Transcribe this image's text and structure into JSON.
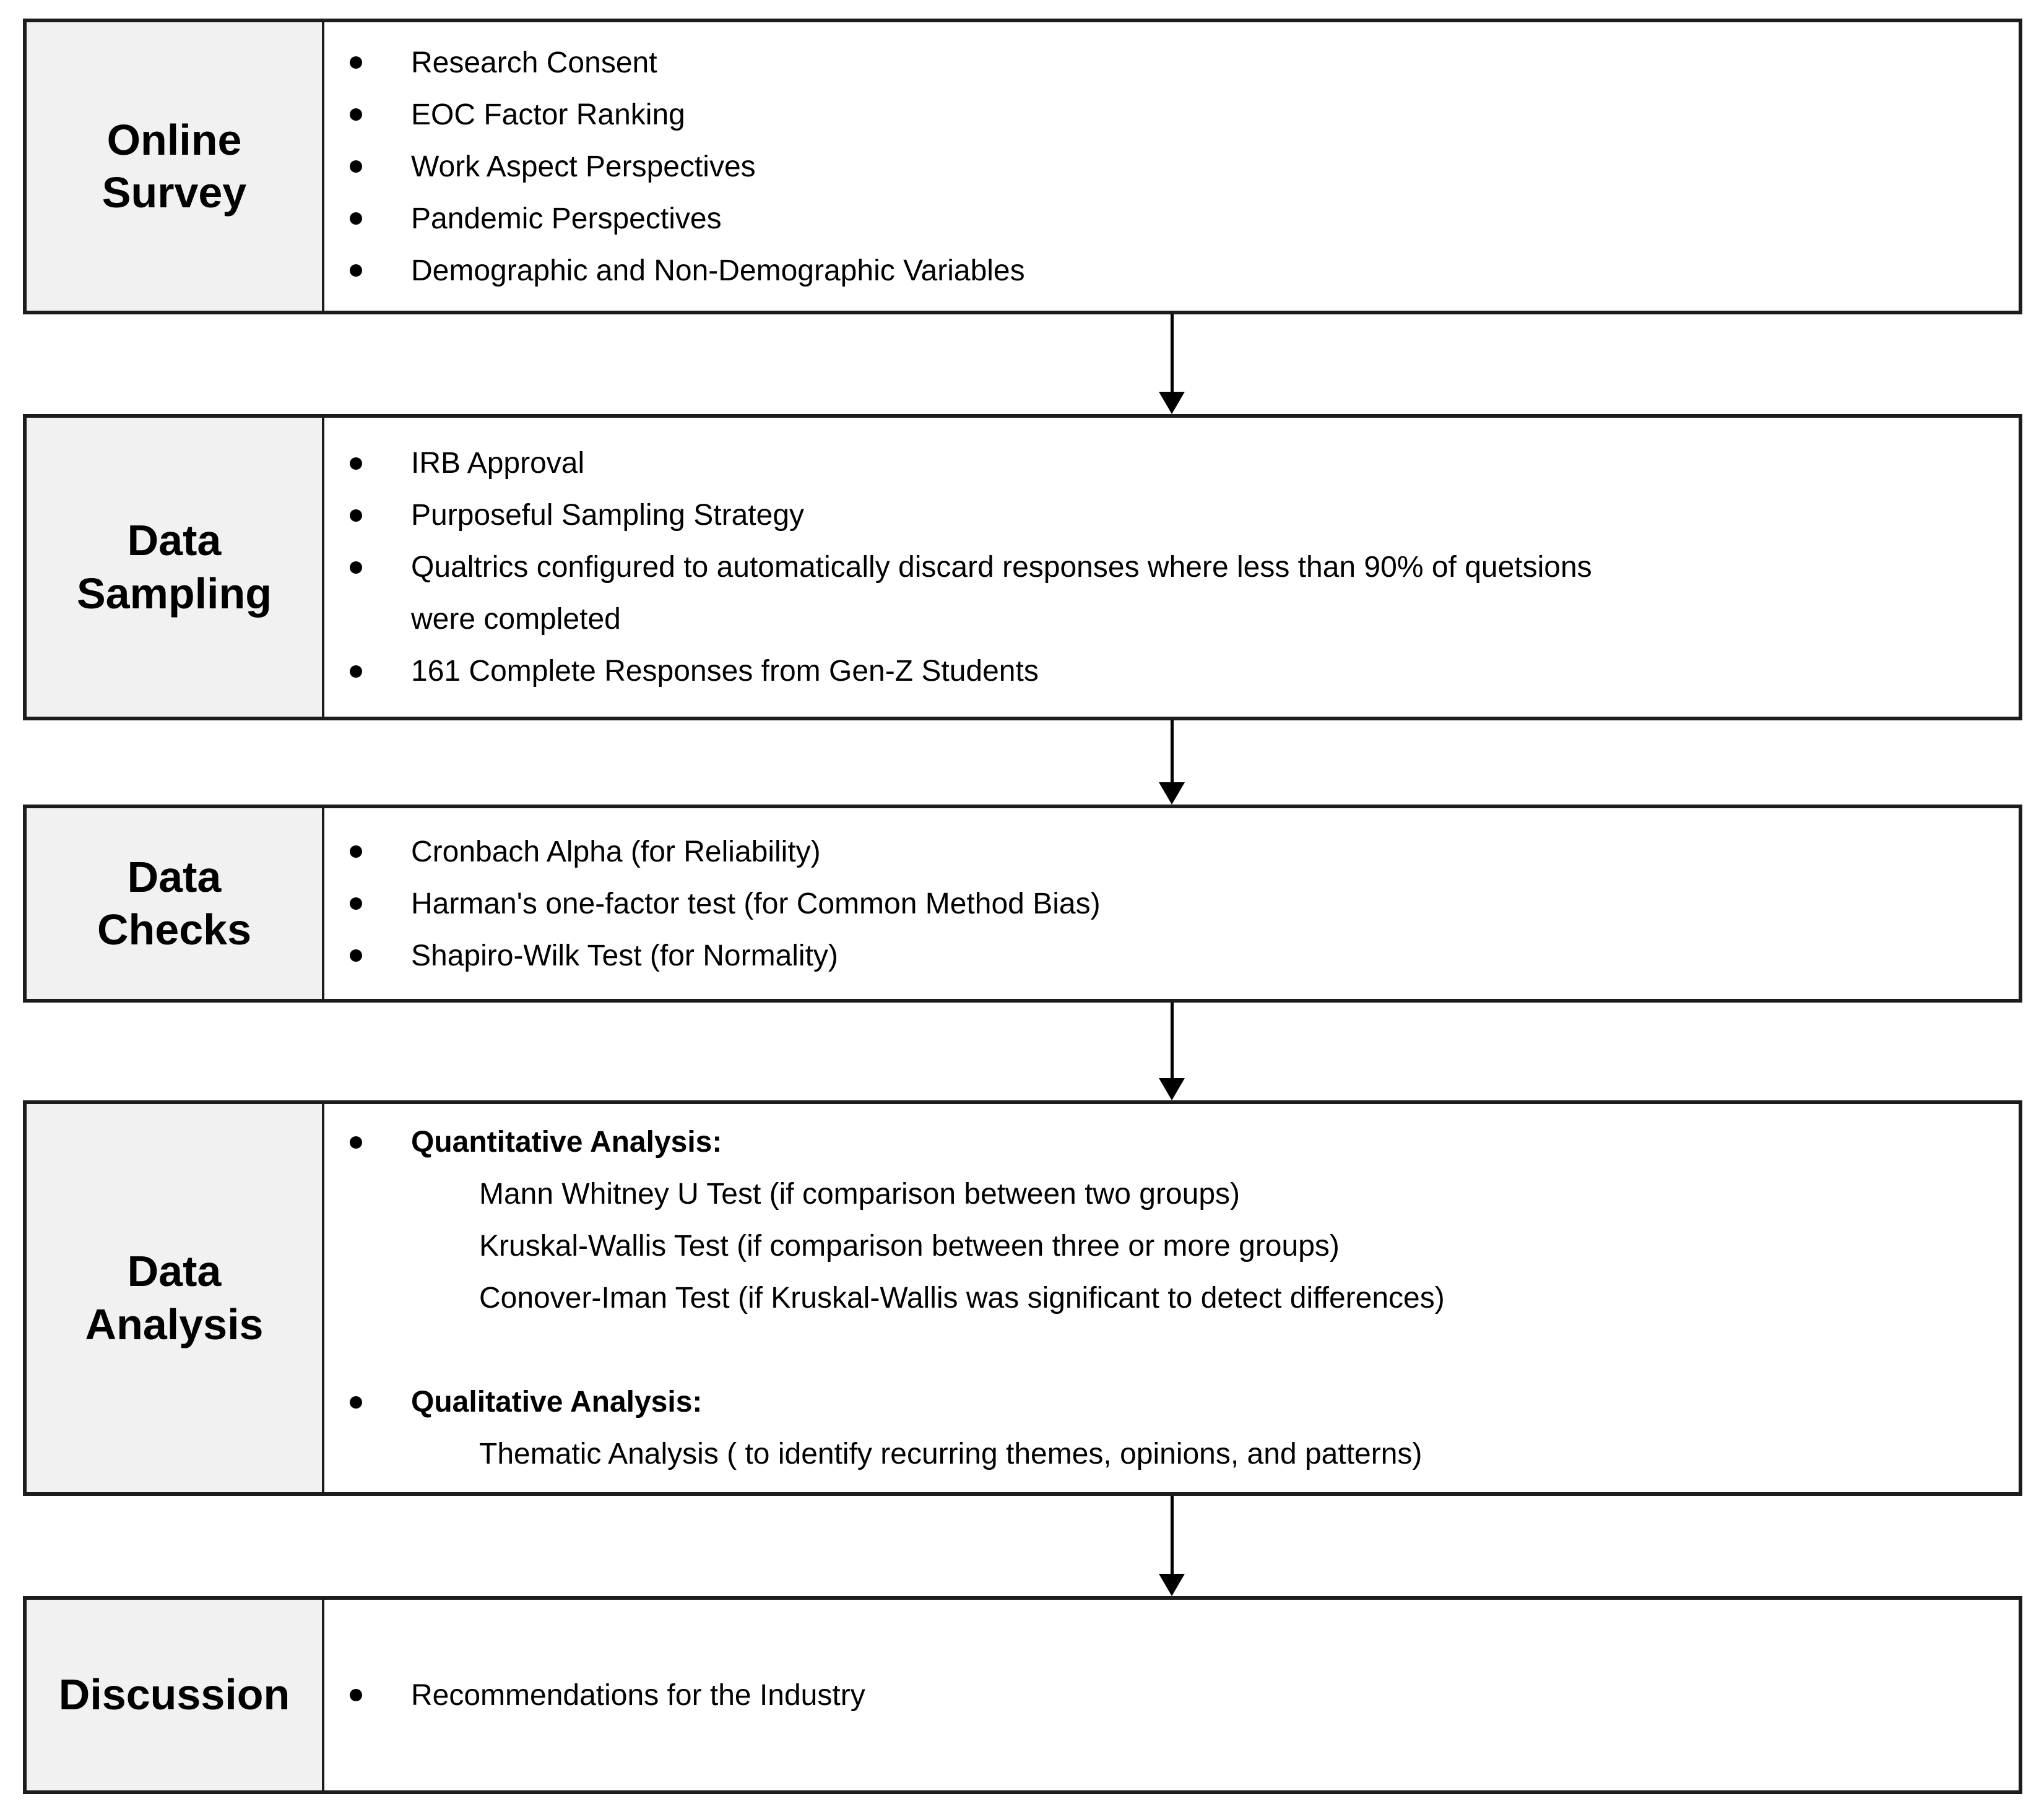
{
  "figure": {
    "type": "flowchart",
    "direction": "top-down",
    "bullet_glyph": "•",
    "colors": {
      "label_background": "#f1f1f1",
      "content_background": "#ffffff",
      "border": "#1c1c1c",
      "arrow": "#000000",
      "text": "#000000"
    }
  },
  "stages": [
    {
      "label": "Online\nSurvey",
      "items": [
        {
          "style": "bullet",
          "text": "Research Consent"
        },
        {
          "style": "bullet",
          "text": "EOC Factor Ranking"
        },
        {
          "style": "bullet",
          "text": "Work Aspect Perspectives"
        },
        {
          "style": "bullet",
          "text": "Pandemic Perspectives"
        },
        {
          "style": "bullet",
          "text": "Demographic and Non-Demographic Variables"
        }
      ]
    },
    {
      "label": "Data\nSampling",
      "items": [
        {
          "style": "bullet",
          "text": "IRB Approval"
        },
        {
          "style": "bullet",
          "text": "Purposeful Sampling Strategy"
        },
        {
          "style": "bullet",
          "text": "Qualtrics configured to automatically discard responses where less than 90% of quetsions"
        },
        {
          "style": "cont",
          "text": "were completed"
        },
        {
          "style": "bullet",
          "text": "161 Complete Responses from Gen-Z Students"
        }
      ]
    },
    {
      "label": "Data\nChecks",
      "items": [
        {
          "style": "bullet",
          "text": "Cronbach Alpha (for Reliability)"
        },
        {
          "style": "bullet",
          "text": "Harman's one-factor test (for Common Method Bias)"
        },
        {
          "style": "bullet",
          "text": "Shapiro-Wilk Test (for Normality)"
        }
      ]
    },
    {
      "label": "Data\nAnalysis",
      "items": [
        {
          "style": "bullet",
          "bold": true,
          "text": "Quantitative Analysis:"
        },
        {
          "style": "sub",
          "text": "Mann Whitney U Test (if comparison between two groups)"
        },
        {
          "style": "sub",
          "text": "Kruskal-Wallis Test (if comparison between three or more groups)"
        },
        {
          "style": "sub",
          "text": "Conover-Iman Test (if Kruskal-Wallis was significant to detect differences)"
        },
        {
          "style": "spacer",
          "text": ""
        },
        {
          "style": "bullet",
          "bold": true,
          "text": "Qualitative Analysis:"
        },
        {
          "style": "sub",
          "text": "Thematic Analysis ( to identify recurring themes, opinions, and patterns)"
        }
      ]
    },
    {
      "label": "Discussion",
      "items": [
        {
          "style": "bullet",
          "text": "Recommendations for the Industry"
        }
      ]
    }
  ]
}
